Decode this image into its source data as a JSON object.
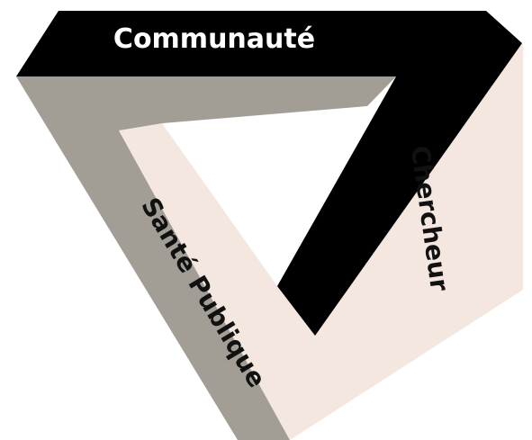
{
  "triangle": {
    "sides": [
      {
        "id": "top",
        "label": "Communauté",
        "face_color": "#000000",
        "text_color": "#ffffff"
      },
      {
        "id": "right",
        "label": "Chercheur",
        "face_color": "#f3e7df",
        "text_color": "#111111"
      },
      {
        "id": "left",
        "label": "Santé Publique",
        "face_color": "#a29d95",
        "text_color": "#111111"
      }
    ]
  }
}
